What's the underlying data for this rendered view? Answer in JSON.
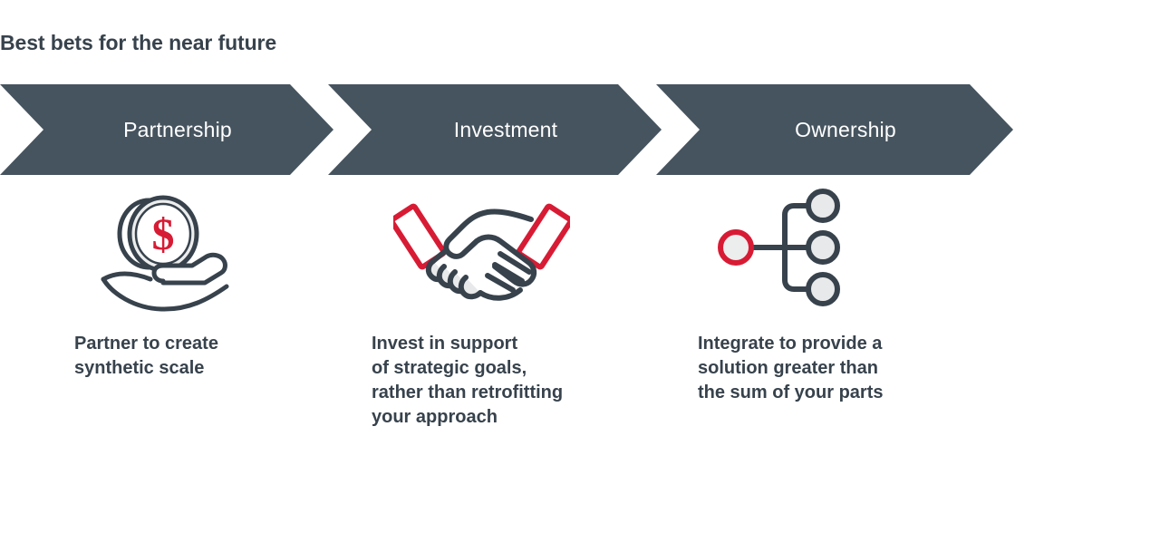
{
  "title": "Best bets for the near future",
  "colors": {
    "chevron_fill": "#46545f",
    "chevron_text": "#ffffff",
    "heading_text": "#37424c",
    "accent_red": "#d81b34",
    "icon_stroke": "#37424c",
    "icon_fill": "#e8e9ea",
    "background": "#ffffff"
  },
  "stages": [
    {
      "label": "Partnership",
      "icon": "hand-holding-coin-icon",
      "caption": "Partner to create\nsynthetic scale"
    },
    {
      "label": "Investment",
      "icon": "handshake-icon",
      "caption": "Invest in support\nof strategic goals,\nrather than retrofitting\nyour approach"
    },
    {
      "label": "Ownership",
      "icon": "network-nodes-icon",
      "caption": "Integrate to provide a\nsolution greater than\nthe sum of your parts"
    }
  ]
}
